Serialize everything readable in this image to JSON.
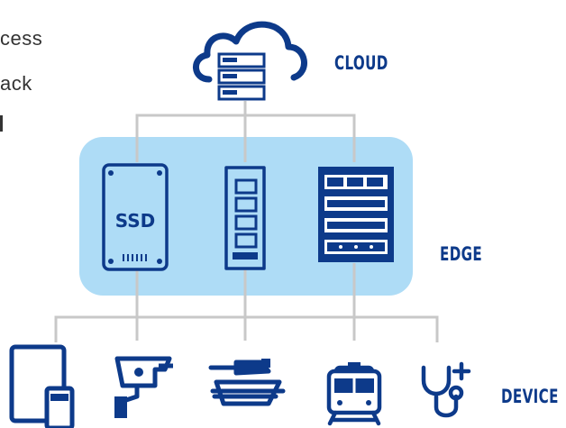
{
  "text_fragments": {
    "line1": "cess",
    "line2": "ack"
  },
  "tiers": {
    "cloud": {
      "label": "CLOUD"
    },
    "edge": {
      "label": "EDGE"
    },
    "device": {
      "label": "DEVICE"
    }
  },
  "edge_devices": {
    "ssd_label": "SSD"
  },
  "colors": {
    "primary": "#0d3a8a",
    "edge_panel": "#aedcf6",
    "connector": "#c8c8c8",
    "text": "#333333"
  },
  "icons": [
    "cloud-server-icon",
    "ssd-icon",
    "m2-module-icon",
    "server-rack-icon",
    "tablet-phone-icon",
    "security-camera-icon",
    "tank-icon",
    "train-icon",
    "stethoscope-icon"
  ]
}
